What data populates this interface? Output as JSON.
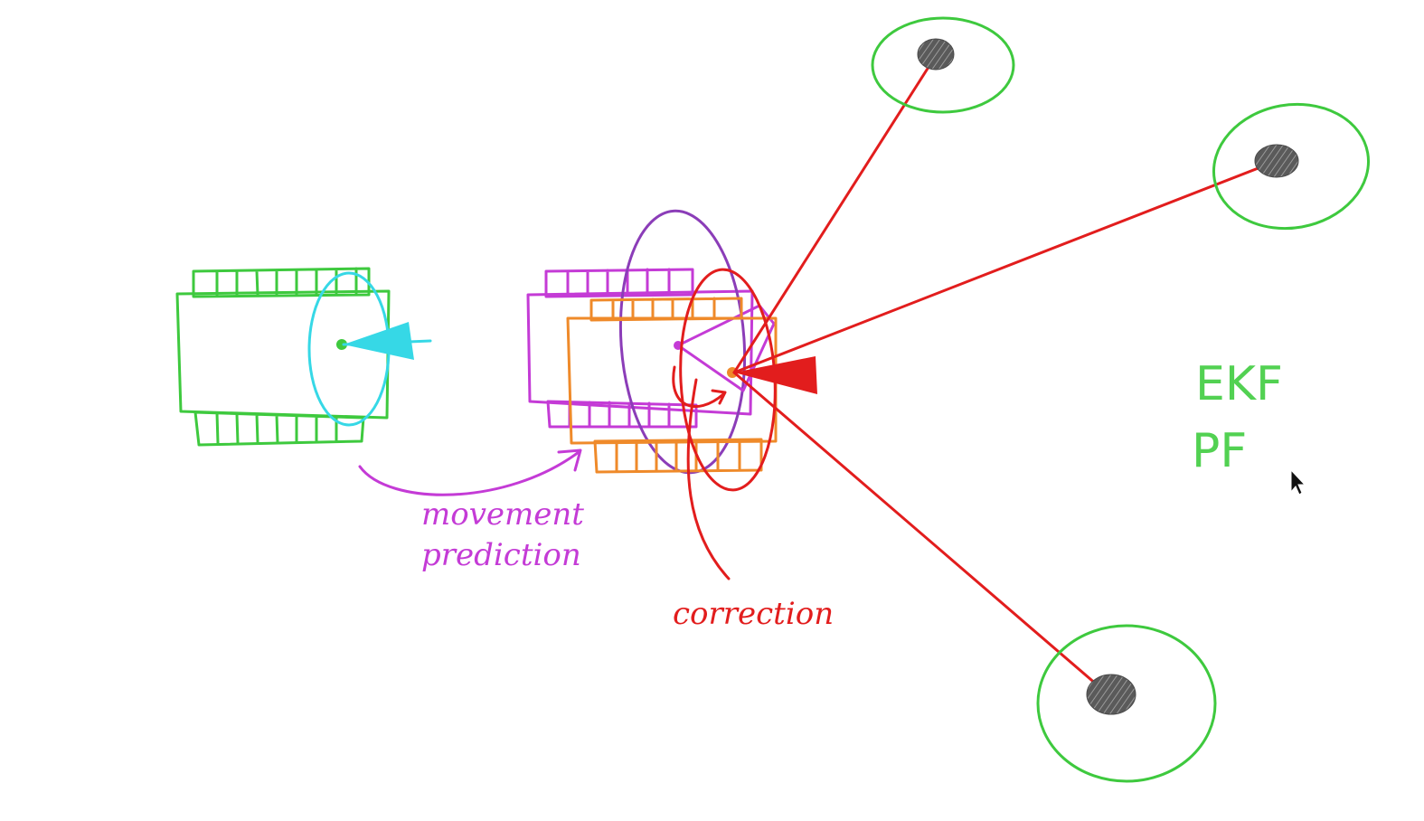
{
  "colors": {
    "initial_robot": "#3ec93e",
    "initial_pose": "#36d8e6",
    "predicted_robot": "#c43bd6",
    "predicted_ellipse": "#8b3db8",
    "corrected_robot": "#ef8a2a",
    "correction": "#e21d1d",
    "landmark_uncertainty": "#3ec93e",
    "landmark": "#4a4a4a",
    "filter_labels": "#52d152",
    "background": "#ffffff"
  },
  "labels": {
    "movement_prediction_line1": "movement",
    "movement_prediction_line2": "prediction",
    "correction": "correction",
    "filter_1": "EKF",
    "filter_2": "PF"
  },
  "icons": {
    "cursor": "mouse-pointer-icon"
  }
}
